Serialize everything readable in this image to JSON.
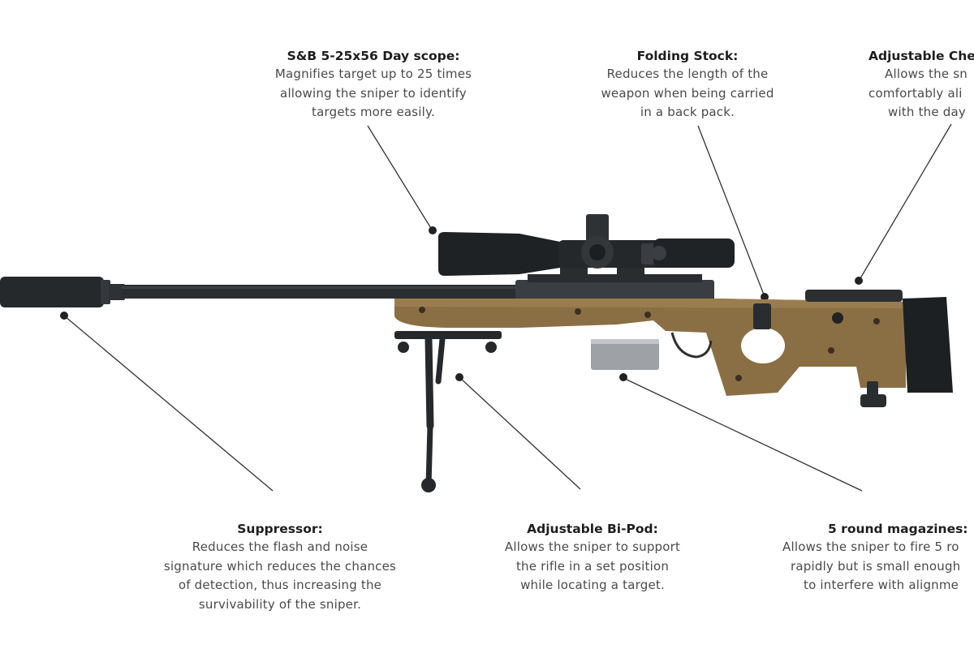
{
  "callouts": {
    "scope": {
      "title": "S&B 5-25x56 Day scope:",
      "lines": [
        "Magnifies target up to 25 times",
        "allowing the sniper to identify",
        "targets more easily."
      ]
    },
    "stock": {
      "title": "Folding Stock:",
      "lines": [
        "Reduces the length of the",
        "weapon when being carried",
        "in a back pack."
      ]
    },
    "cheek": {
      "title": "Adjustable Che",
      "lines": [
        "Allows the sn",
        "comfortably ali",
        "with the day"
      ]
    },
    "suppressor": {
      "title": "Suppressor:",
      "lines": [
        "Reduces the flash and noise",
        "signature which reduces the chances",
        "of detection, thus increasing the",
        "survivability of the sniper."
      ]
    },
    "bipod": {
      "title": "Adjustable Bi-Pod:",
      "lines": [
        "Allows the sniper to support",
        "the rifle in a set position",
        "while locating a target."
      ]
    },
    "magazine": {
      "title": "5 round magazines:",
      "lines": [
        "Allows the sniper to fire 5 ro",
        "rapidly but is small enough",
        "to interfere with alignme"
      ]
    }
  },
  "colors": {
    "stock": "#8b6f44",
    "metal": "#2a2d30",
    "leader": "#333333"
  }
}
